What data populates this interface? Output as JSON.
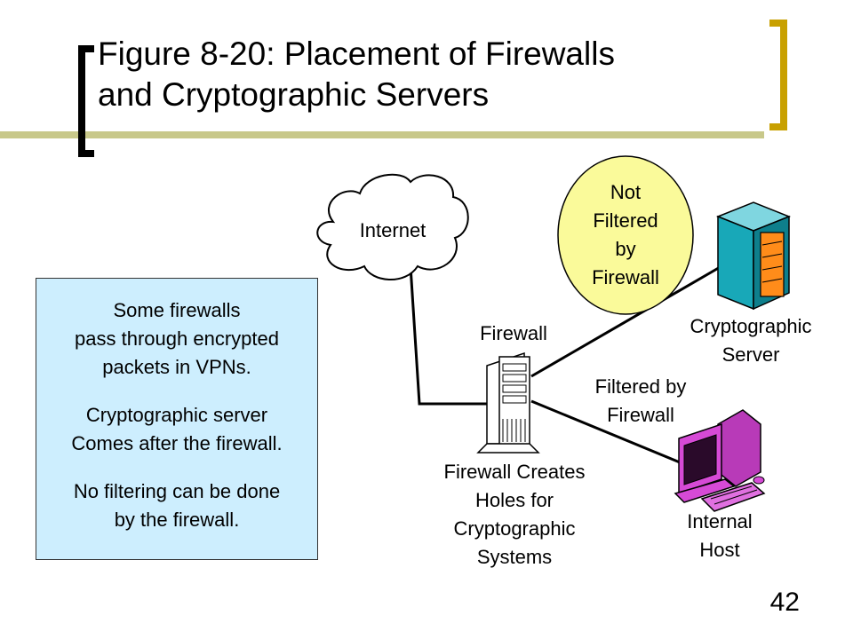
{
  "title": {
    "line1": "Figure 8-20: Placement of Firewalls",
    "line2": "and Cryptographic Servers"
  },
  "slide_number": "42",
  "note": {
    "para1": [
      "Some firewalls",
      "pass through encrypted",
      "packets in VPNs."
    ],
    "para2": [
      "Cryptographic server",
      "Comes after the firewall."
    ],
    "para3": [
      "No filtering can be done",
      "by the firewall."
    ]
  },
  "labels": {
    "internet": "Internet",
    "not_filtered": [
      "Not",
      "Filtered",
      "by",
      "Firewall"
    ],
    "firewall": "Firewall",
    "crypto_server": [
      "Cryptographic",
      "Server"
    ],
    "filtered": [
      "Filtered by",
      "Firewall"
    ],
    "firewall_holes": [
      "Firewall Creates",
      "Holes for",
      "Cryptographic",
      "Systems"
    ],
    "internal_host": [
      "Internal",
      "Host"
    ]
  },
  "colors": {
    "bracket": "#c8a000",
    "accent_bar": "#c8c88a",
    "note_fill": "#cdeefe",
    "bubble_fill": "#fafa9a",
    "server_teal": "#18a8b8",
    "server_orange": "#ff8c1a",
    "host_magenta": "#d64ad6"
  },
  "icons": [
    "cloud-icon",
    "firewall-tower-icon",
    "server-icon",
    "computer-icon"
  ]
}
